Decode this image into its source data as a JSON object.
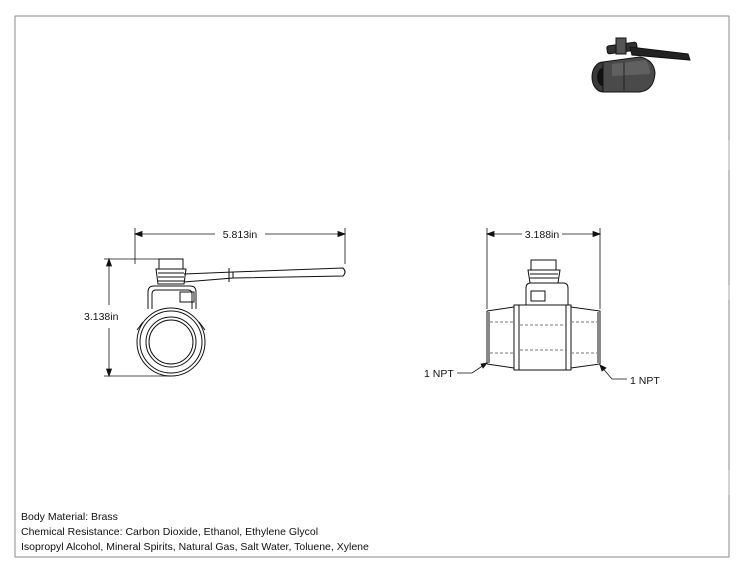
{
  "dimensions": {
    "side_width": "5.813in",
    "side_height": "3.138in",
    "front_width": "3.188in",
    "left_port": "1 NPT",
    "right_port": "1 NPT"
  },
  "notes": {
    "body_material": "Body Material: Brass",
    "chemical_resistance_1": "Chemical Resistance: Carbon Dioxide, Ethanol, Ethylene Glycol",
    "chemical_resistance_2": "Isopropyl Alcohol, Mineral Spirits, Natural Gas, Salt Water, Toluene, Xylene"
  }
}
